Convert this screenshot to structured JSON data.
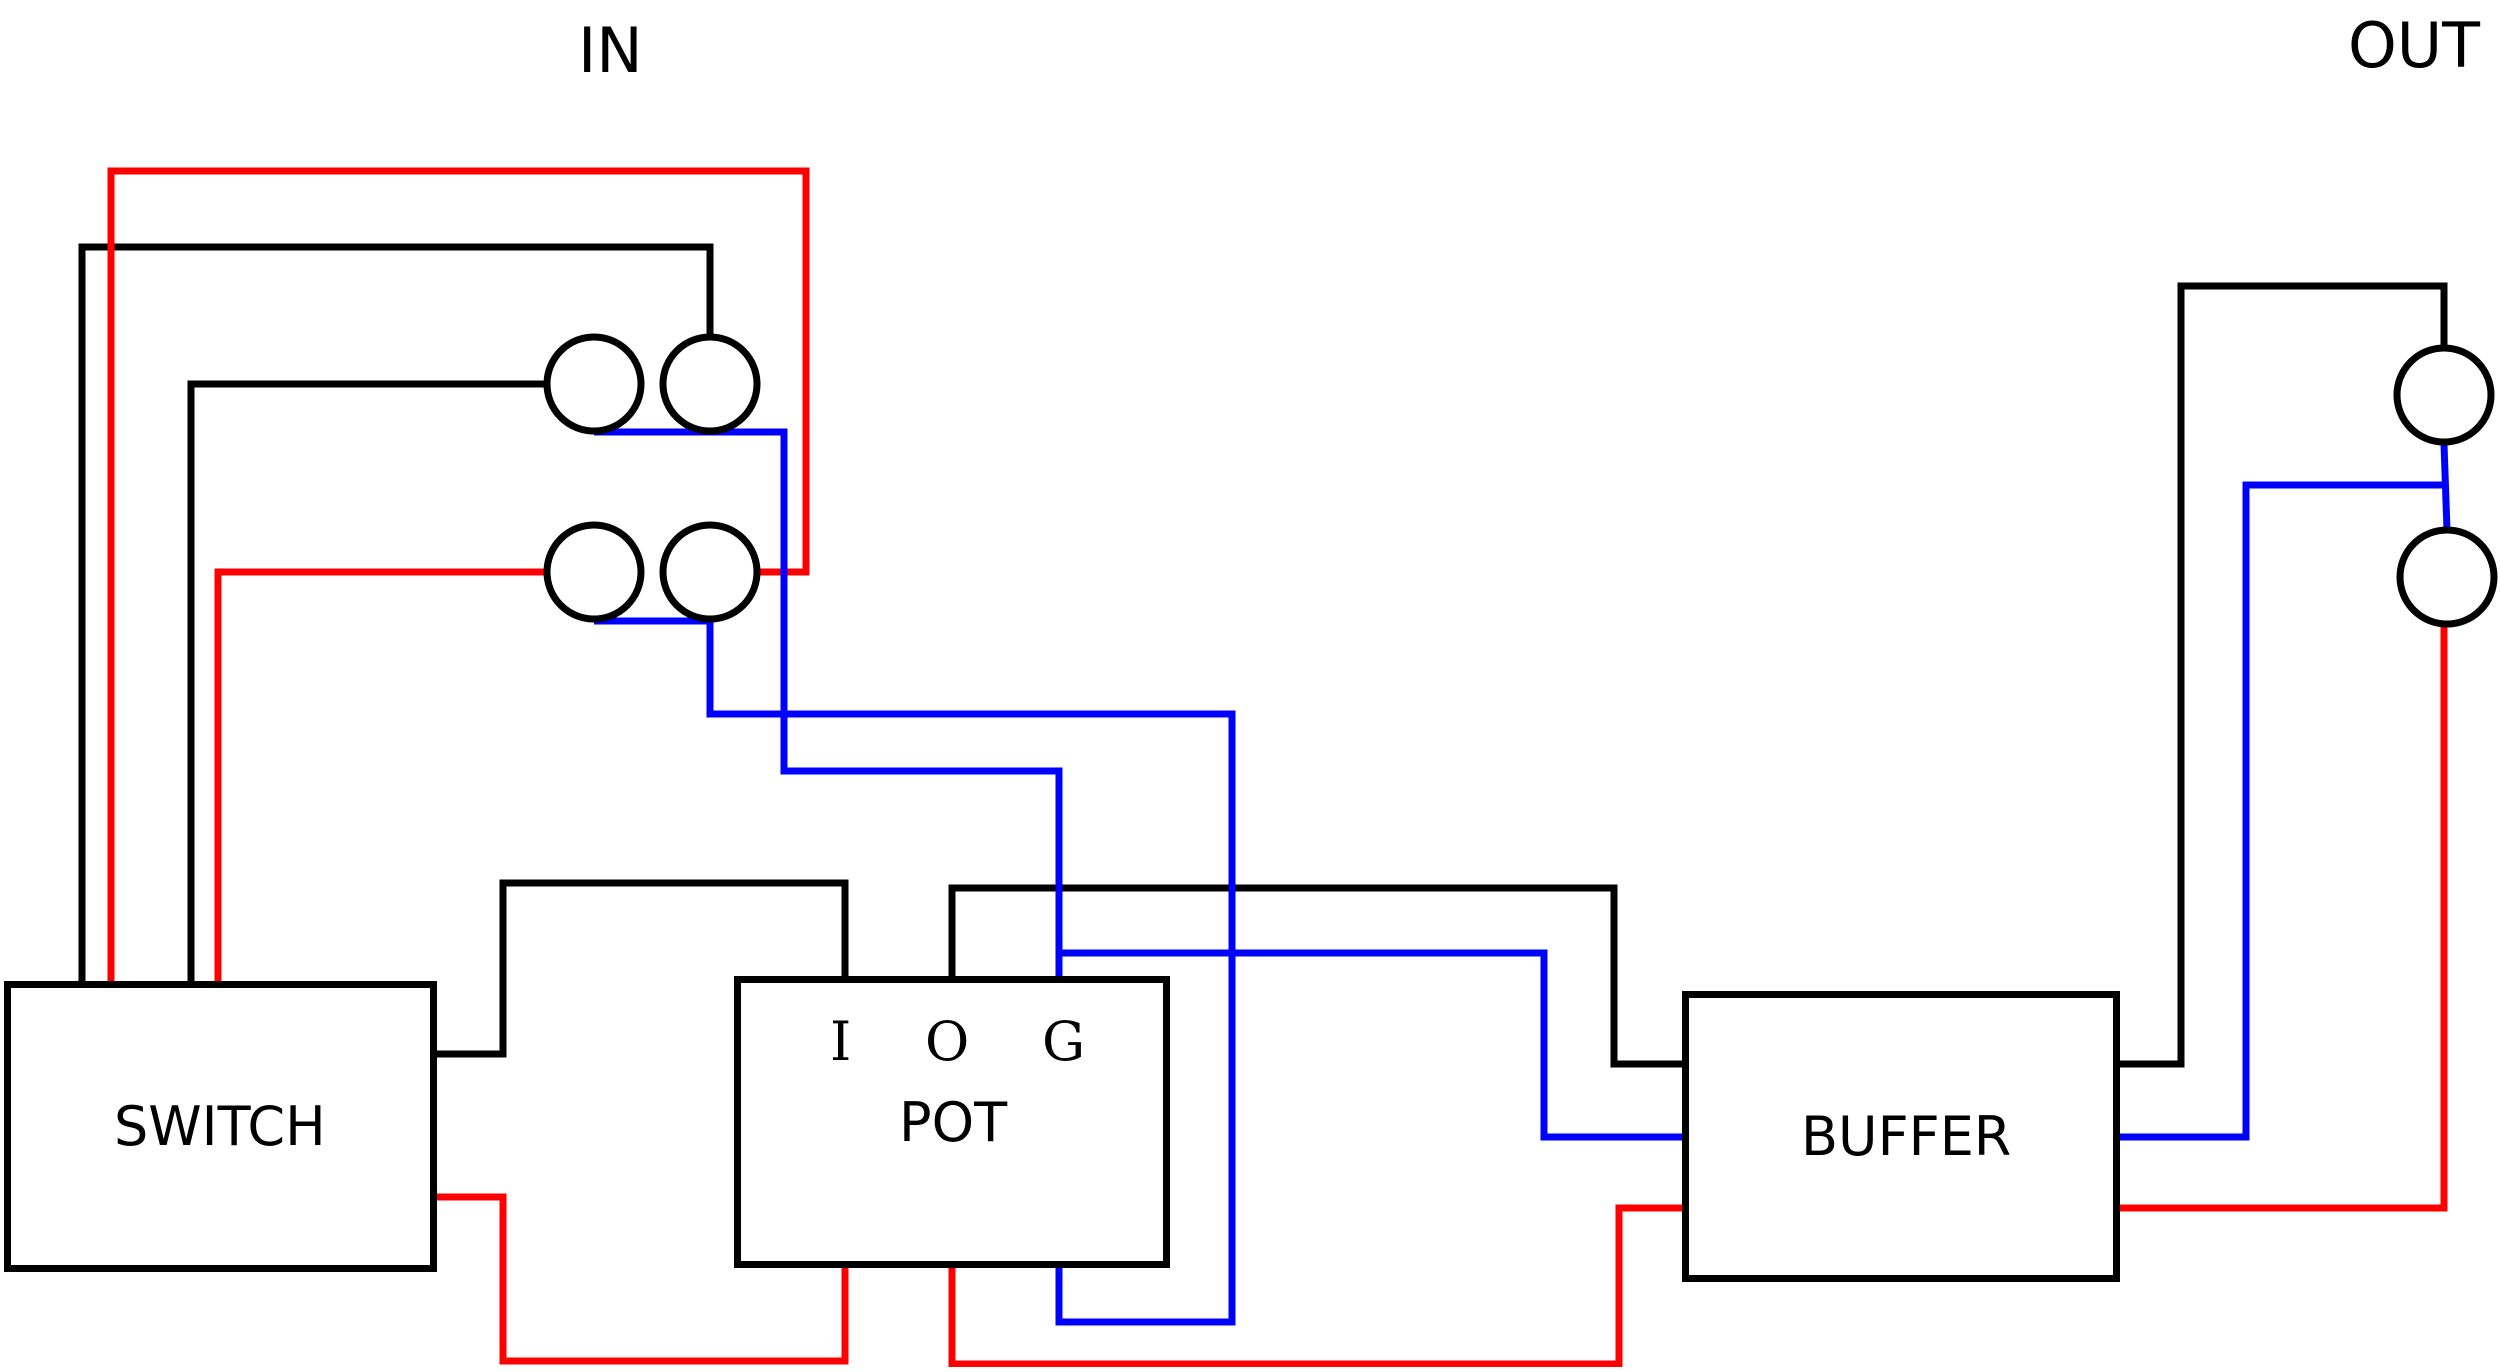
{
  "labels": {
    "in": "IN",
    "out": "OUT",
    "switch": "SWITCH",
    "pot": "POT",
    "pot_pin_i": "I",
    "pot_pin_o": "O",
    "pot_pin_g": "G",
    "buffer": "BUFFER"
  },
  "colors": {
    "black": "#000000",
    "red": "#ff0000",
    "blue": "#0000ff"
  }
}
